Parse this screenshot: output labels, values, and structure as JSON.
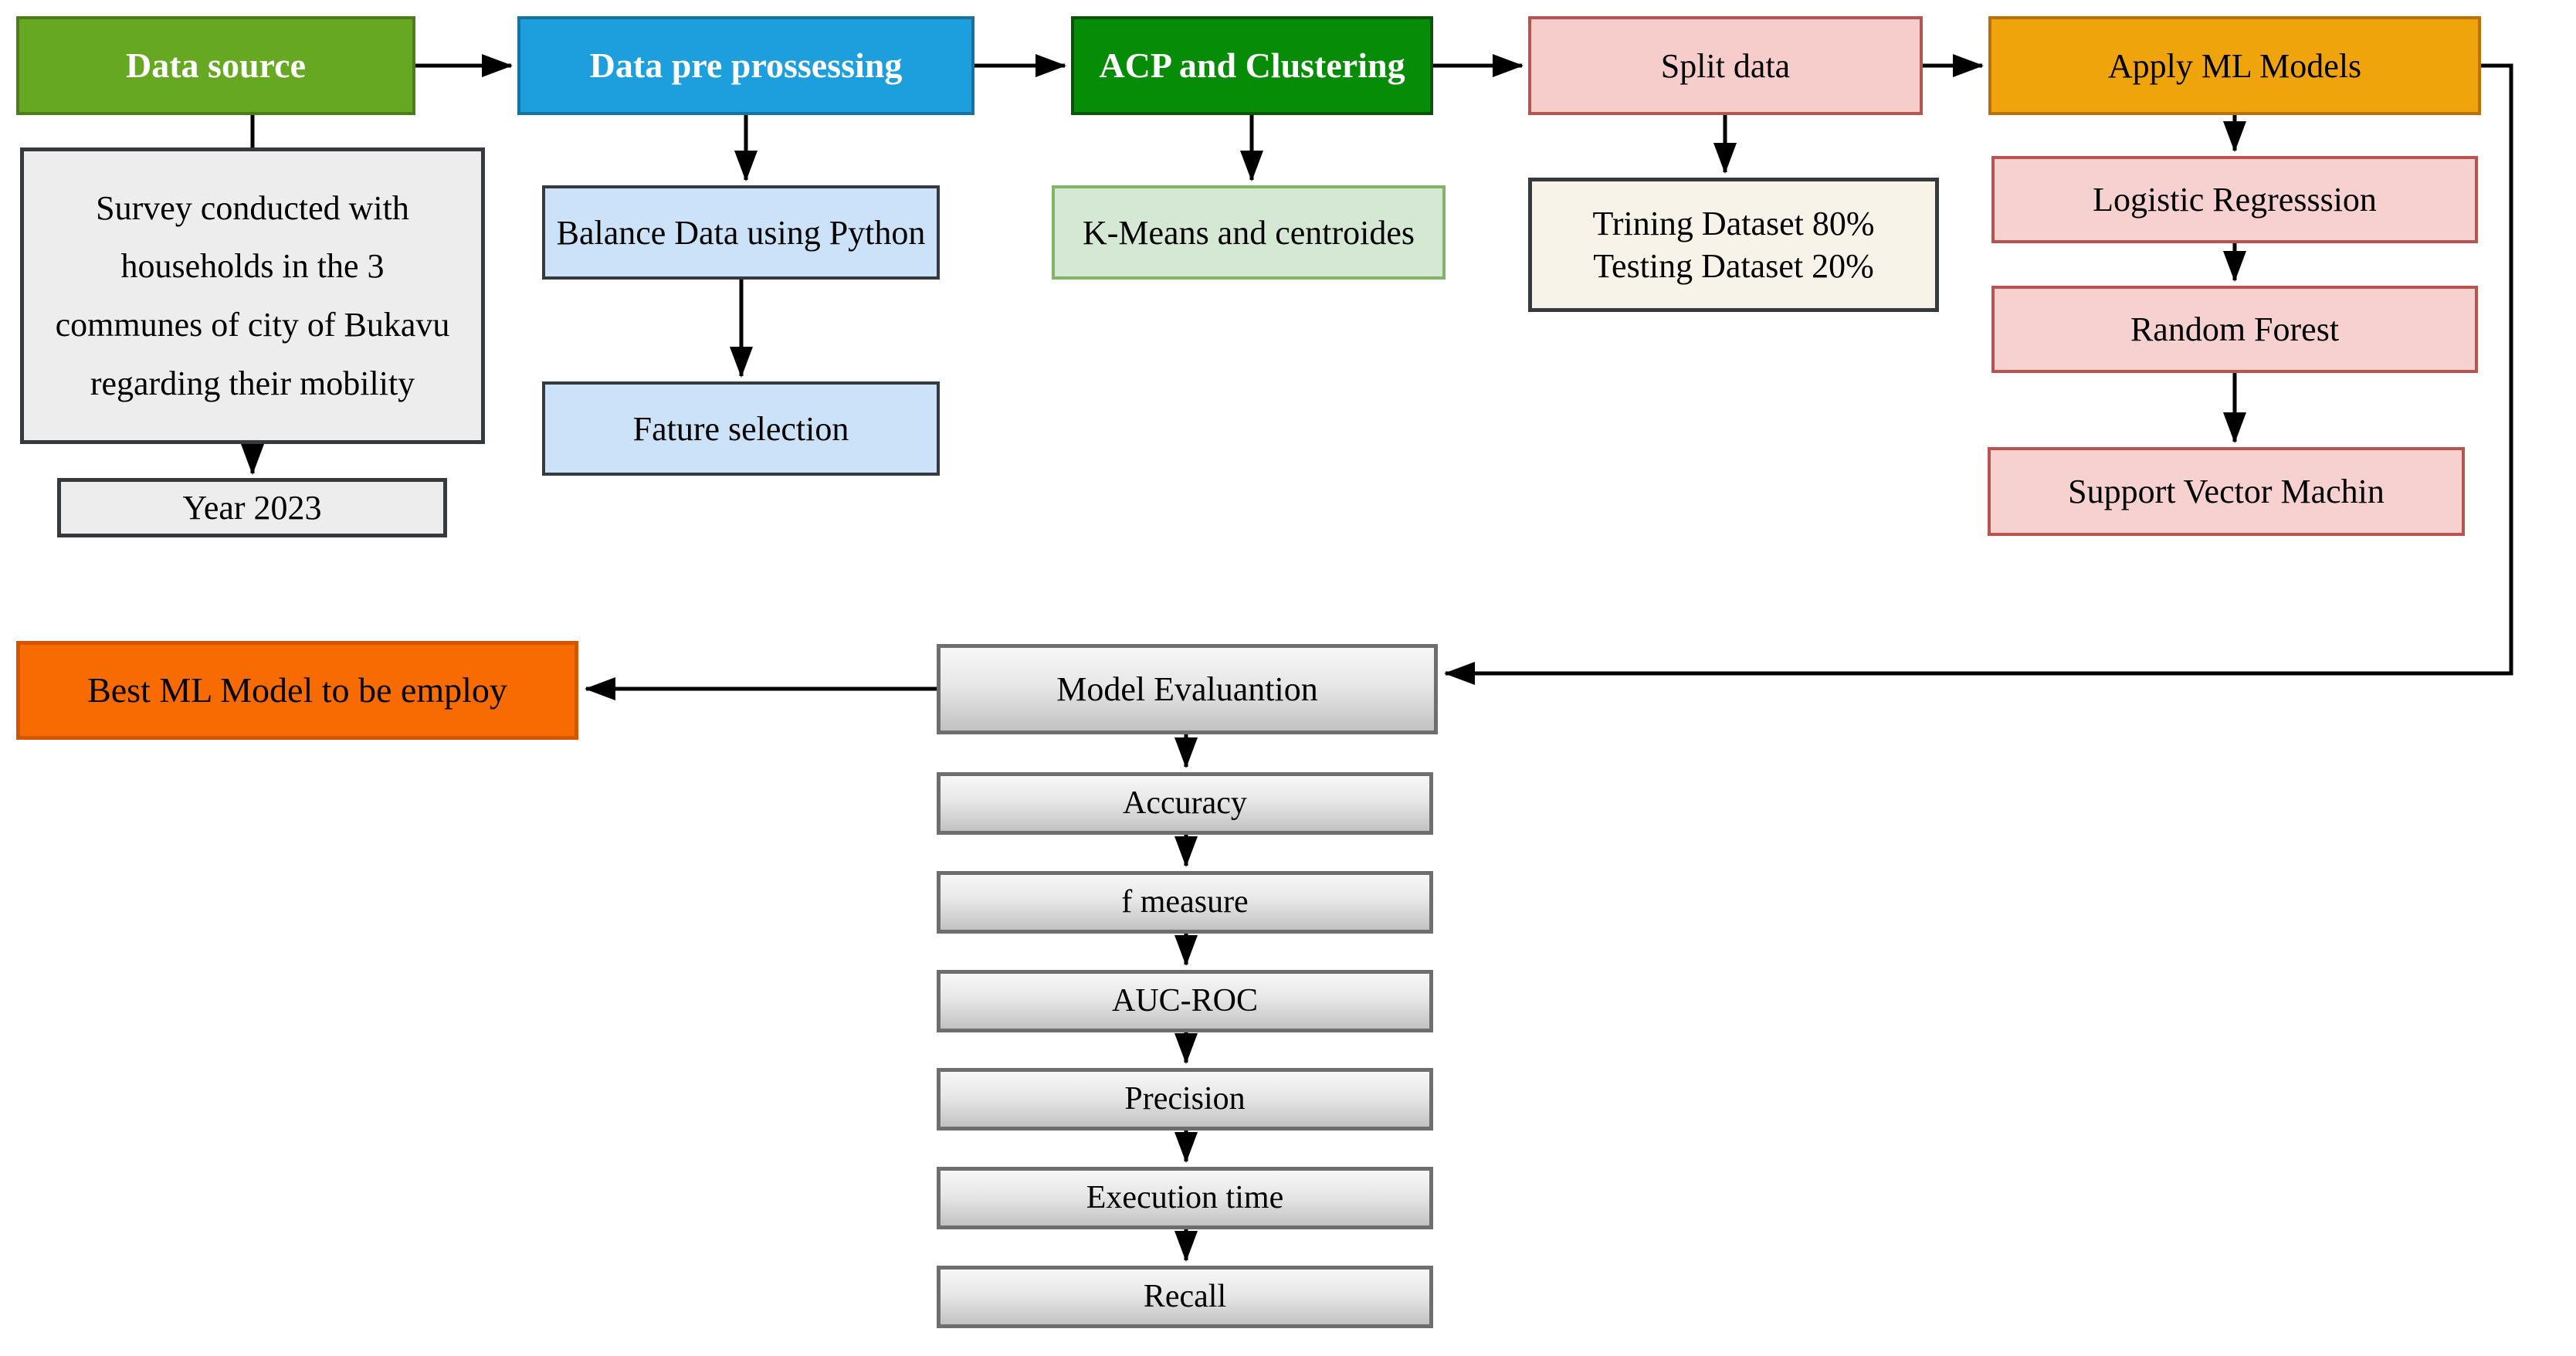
{
  "diagram": {
    "type": "flowchart",
    "nodes": {
      "data_source": {
        "label": "Data source",
        "fill": "#66a822",
        "border": "#4b7e18",
        "text_color": "#ffffff"
      },
      "data_pre_processing": {
        "label": "Data pre prossessing",
        "fill": "#1d9fdd",
        "border": "#16729e",
        "text_color": "#ffffff"
      },
      "acp_clustering": {
        "label": "ACP and Clustering",
        "fill": "#068c06",
        "border": "#055705",
        "text_color": "#ffffff"
      },
      "split_data": {
        "label": "Split data",
        "fill": "#f6cdcb",
        "border": "#b85450",
        "text_color": "#000000"
      },
      "apply_ml_models": {
        "label": "Apply ML Models",
        "fill": "#f0a40c",
        "border": "#bd7000",
        "text_color": "#000000"
      },
      "survey": {
        "label": "Survey conducted  with households in the 3 communes of city of Bukavu regarding their mobility",
        "fill": "#ededed",
        "border": "#36393d"
      },
      "year": {
        "label": "Year 2023",
        "fill": "#ededed",
        "border": "#36393d"
      },
      "balance_data": {
        "label": "Balance Data using Python",
        "fill": "#cce2f8",
        "border": "#343a40"
      },
      "feature_selection": {
        "label": "Fature selection",
        "fill": "#cce2f8",
        "border": "#343a40"
      },
      "kmeans": {
        "label": "K-Means and centroides",
        "fill": "#d5e8d4",
        "border": "#82b366"
      },
      "dataset_split": {
        "line1": "Trining Dataset 80%",
        "line2": "Testing Dataset 20%",
        "fill": "#f7f3e8",
        "border": "#36393d"
      },
      "logistic_regression": {
        "label": "Logistic Regresssion",
        "fill": "#f6d1cf",
        "border": "#b85450"
      },
      "random_forest": {
        "label": "Random Forest",
        "fill": "#f6d1cf",
        "border": "#b85450"
      },
      "support_vector_machine": {
        "label": "Support Vector Machin",
        "fill": "#f6d1cf",
        "border": "#b85450"
      },
      "best_model": {
        "label": "Best ML Model to be employ",
        "fill": "#f76b01",
        "border": "#d45500"
      },
      "model_evaluation": {
        "label": "Model Evaluantion",
        "fill_top": "#f7f7f7",
        "fill_bottom": "#c2c2c2",
        "border": "#6e6e6e"
      },
      "accuracy": {
        "label": "Accuracy"
      },
      "f_measure": {
        "label": "f measure"
      },
      "auc_roc": {
        "label": "AUC-ROC"
      },
      "precision": {
        "label": "Precision"
      },
      "execution_time": {
        "label": "Execution time"
      },
      "recall": {
        "label": "Recall"
      }
    },
    "edge_color": "#000000"
  }
}
